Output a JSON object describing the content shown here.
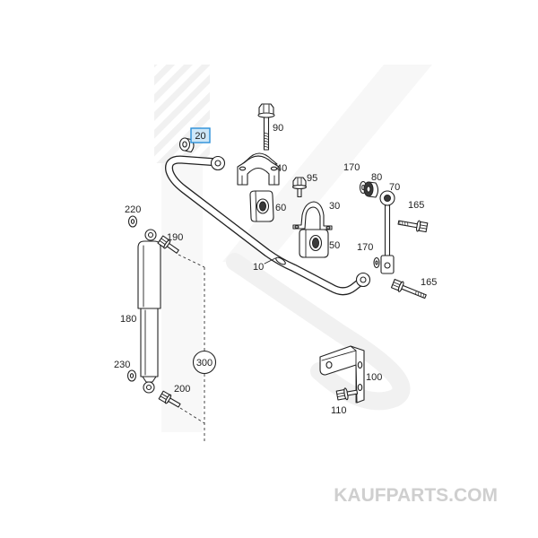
{
  "diagram": {
    "callouts": [
      {
        "label": "20",
        "highlighted": true
      },
      {
        "label": "90"
      },
      {
        "label": "40"
      },
      {
        "label": "95"
      },
      {
        "label": "170"
      },
      {
        "label": "80"
      },
      {
        "label": "70"
      },
      {
        "label": "60"
      },
      {
        "label": "30"
      },
      {
        "label": "165"
      },
      {
        "label": "220"
      },
      {
        "label": "190"
      },
      {
        "label": "50"
      },
      {
        "label": "170"
      },
      {
        "label": "10"
      },
      {
        "label": "165"
      },
      {
        "label": "180"
      },
      {
        "label": "300",
        "circled": true
      },
      {
        "label": "100"
      },
      {
        "label": "230"
      },
      {
        "label": "200"
      },
      {
        "label": "110"
      }
    ]
  },
  "watermark": {
    "text": "KAUFPARTS.COM"
  },
  "colors": {
    "line": "#222222",
    "highlight_border": "#2a8fd8",
    "highlight_fill": "#cde7f8",
    "watermark_text": "#cfcfcf",
    "logo": "#f3f3f3"
  }
}
